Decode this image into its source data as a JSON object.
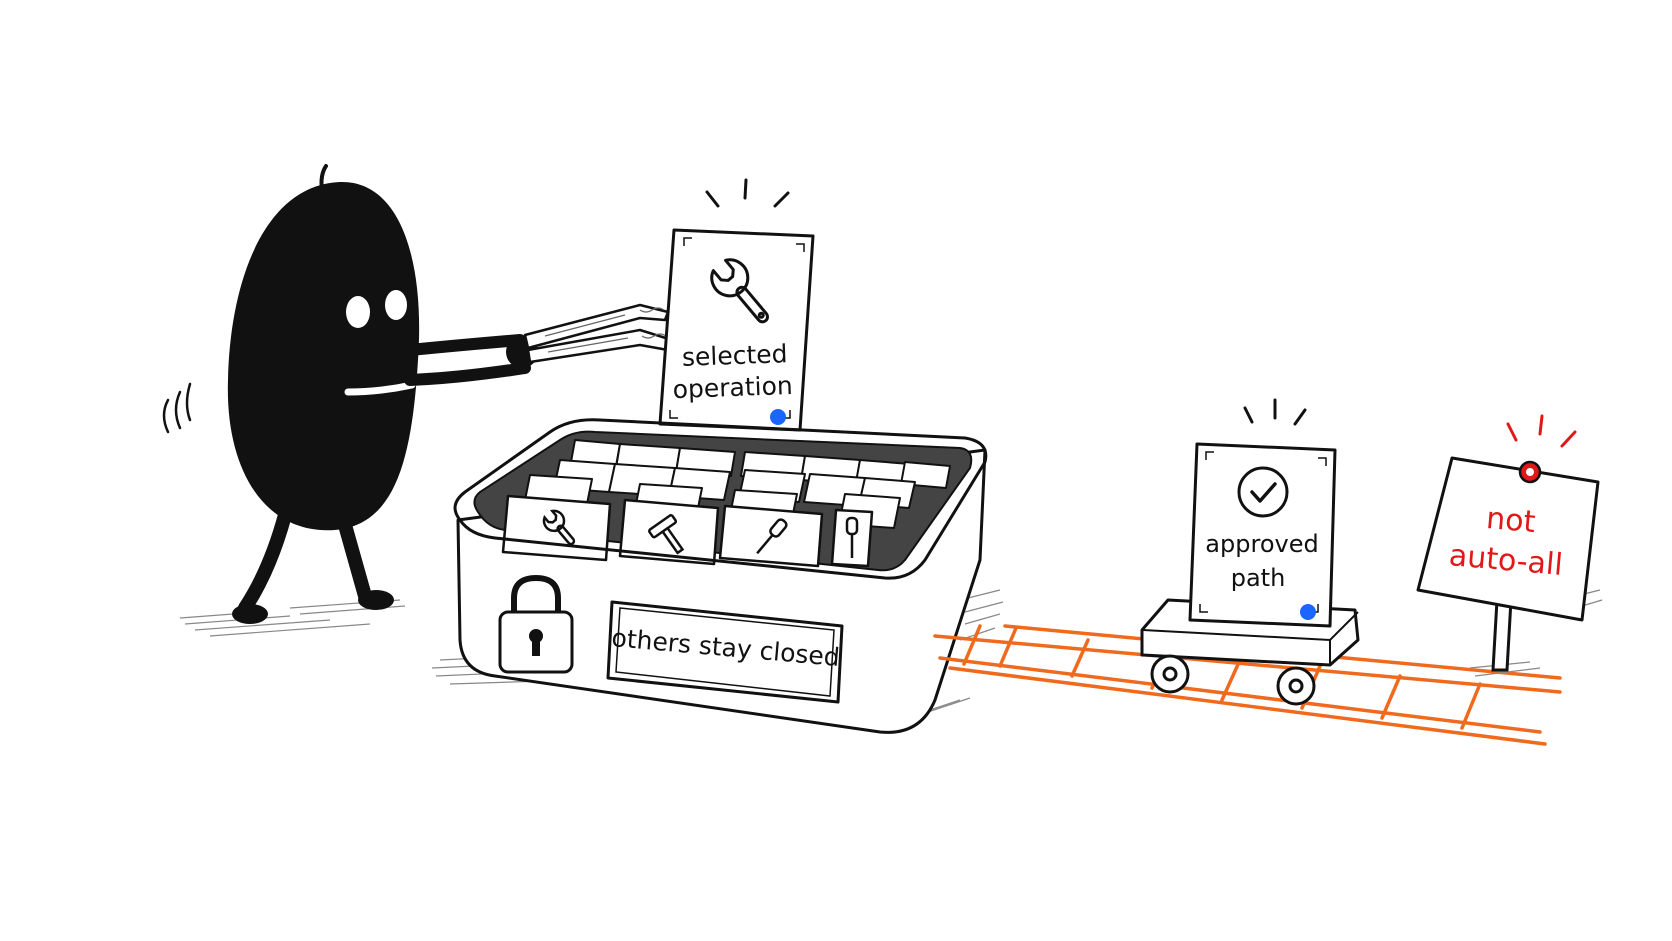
{
  "labels": {
    "selected_card_line1": "selected",
    "selected_card_line2": "operation",
    "box_label": "others stay closed",
    "approved_card_line1": "approved",
    "approved_card_line2": "path",
    "sign_line1": "not",
    "sign_line2": "auto-all"
  },
  "icons": {
    "selected_card": "wrench-icon",
    "approved_card": "checkmark-circle-icon",
    "box": "padlock-icon",
    "box_cards": [
      "wrench-icon",
      "hammer-icon",
      "screwdriver-icon",
      "screwdriver-icon"
    ]
  },
  "colors": {
    "ink": "#111111",
    "dot": "#1a66ff",
    "rail": "#f06a1e",
    "warning": "#e01818",
    "paper": "#ffffff",
    "shade": "#777777"
  }
}
